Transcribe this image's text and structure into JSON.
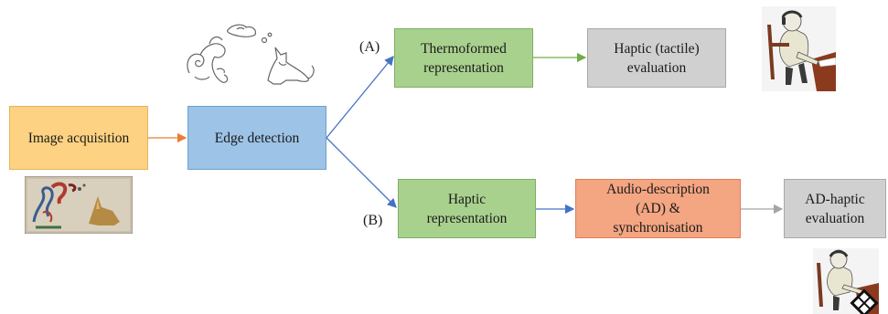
{
  "nodes": {
    "image_acquisition": "Image acquisition",
    "edge_detection": "Edge detection",
    "thermoformed": "Thermoformed\nrepresentation",
    "haptic_tactile_eval": "Haptic (tactile)\nevaluation",
    "haptic_representation": "Haptic\nrepresentation",
    "audio_description": "Audio-description\n(AD) &\nsynchronisation",
    "ad_haptic_eval": "AD-haptic\nevaluation"
  },
  "branches": {
    "a": "(A)",
    "b": "(B)"
  },
  "colors": {
    "orange_arrow": "#ed7d31",
    "blue_arrow": "#4472c4",
    "green_arrow": "#70ad47",
    "gray_arrow": "#a5a5a5"
  },
  "icons": [
    "painting-photo-icon",
    "edge-outline-drawing-icon",
    "user-evaluation-figure-icon",
    "user-evaluation-figure-with-audio-icon",
    "audio-speaker-icon"
  ]
}
